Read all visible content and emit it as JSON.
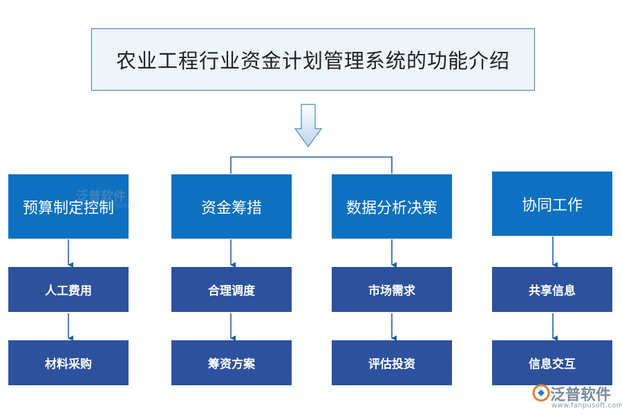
{
  "title": "农业工程行业资金计划管理系统的功能介绍",
  "categories": [
    {
      "label": "预算制定控制",
      "items": [
        "人工费用",
        "材料采购"
      ]
    },
    {
      "label": "资金筹措",
      "items": [
        "合理调度",
        "筹资方案"
      ]
    },
    {
      "label": "数据分析决策",
      "items": [
        "市场需求",
        "评估投资"
      ]
    },
    {
      "label": "协同工作",
      "items": [
        "共享信息",
        "信息交互"
      ]
    }
  ],
  "watermark": {
    "name": "泛普软件",
    "en": "FANPU SOFTWARE"
  },
  "logo": {
    "name": "泛普软件",
    "url": "www.fanpusoft.com"
  },
  "colors": {
    "category_box": "#0e70c0",
    "item_box": "#2d519c",
    "title_border": "#3d7bc0",
    "title_bg": "#eef5fb",
    "arrow": "#1f5fa8"
  }
}
